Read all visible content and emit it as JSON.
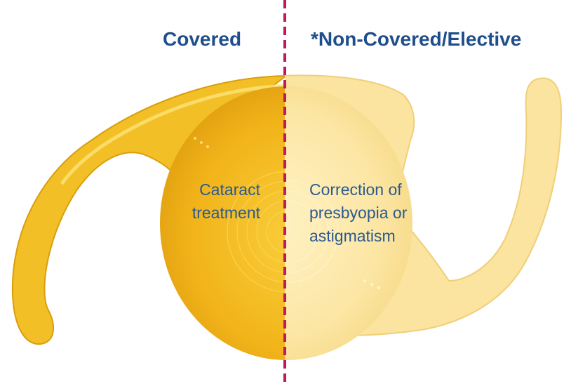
{
  "headings": {
    "covered": "Covered",
    "non_covered": "*Non-Covered/Elective"
  },
  "labels": {
    "left_line1": "Cataract",
    "left_line2": "treatment",
    "right_line1": "Correction of",
    "right_line2": "presbyopia or",
    "right_line3": "astigmatism"
  },
  "colors": {
    "heading_text": "#1f4e8c",
    "label_text": "#2b5a8e",
    "divider": "#c2185b",
    "lens_covered": "#f0b81e",
    "lens_elective": "#fbe6a6"
  }
}
